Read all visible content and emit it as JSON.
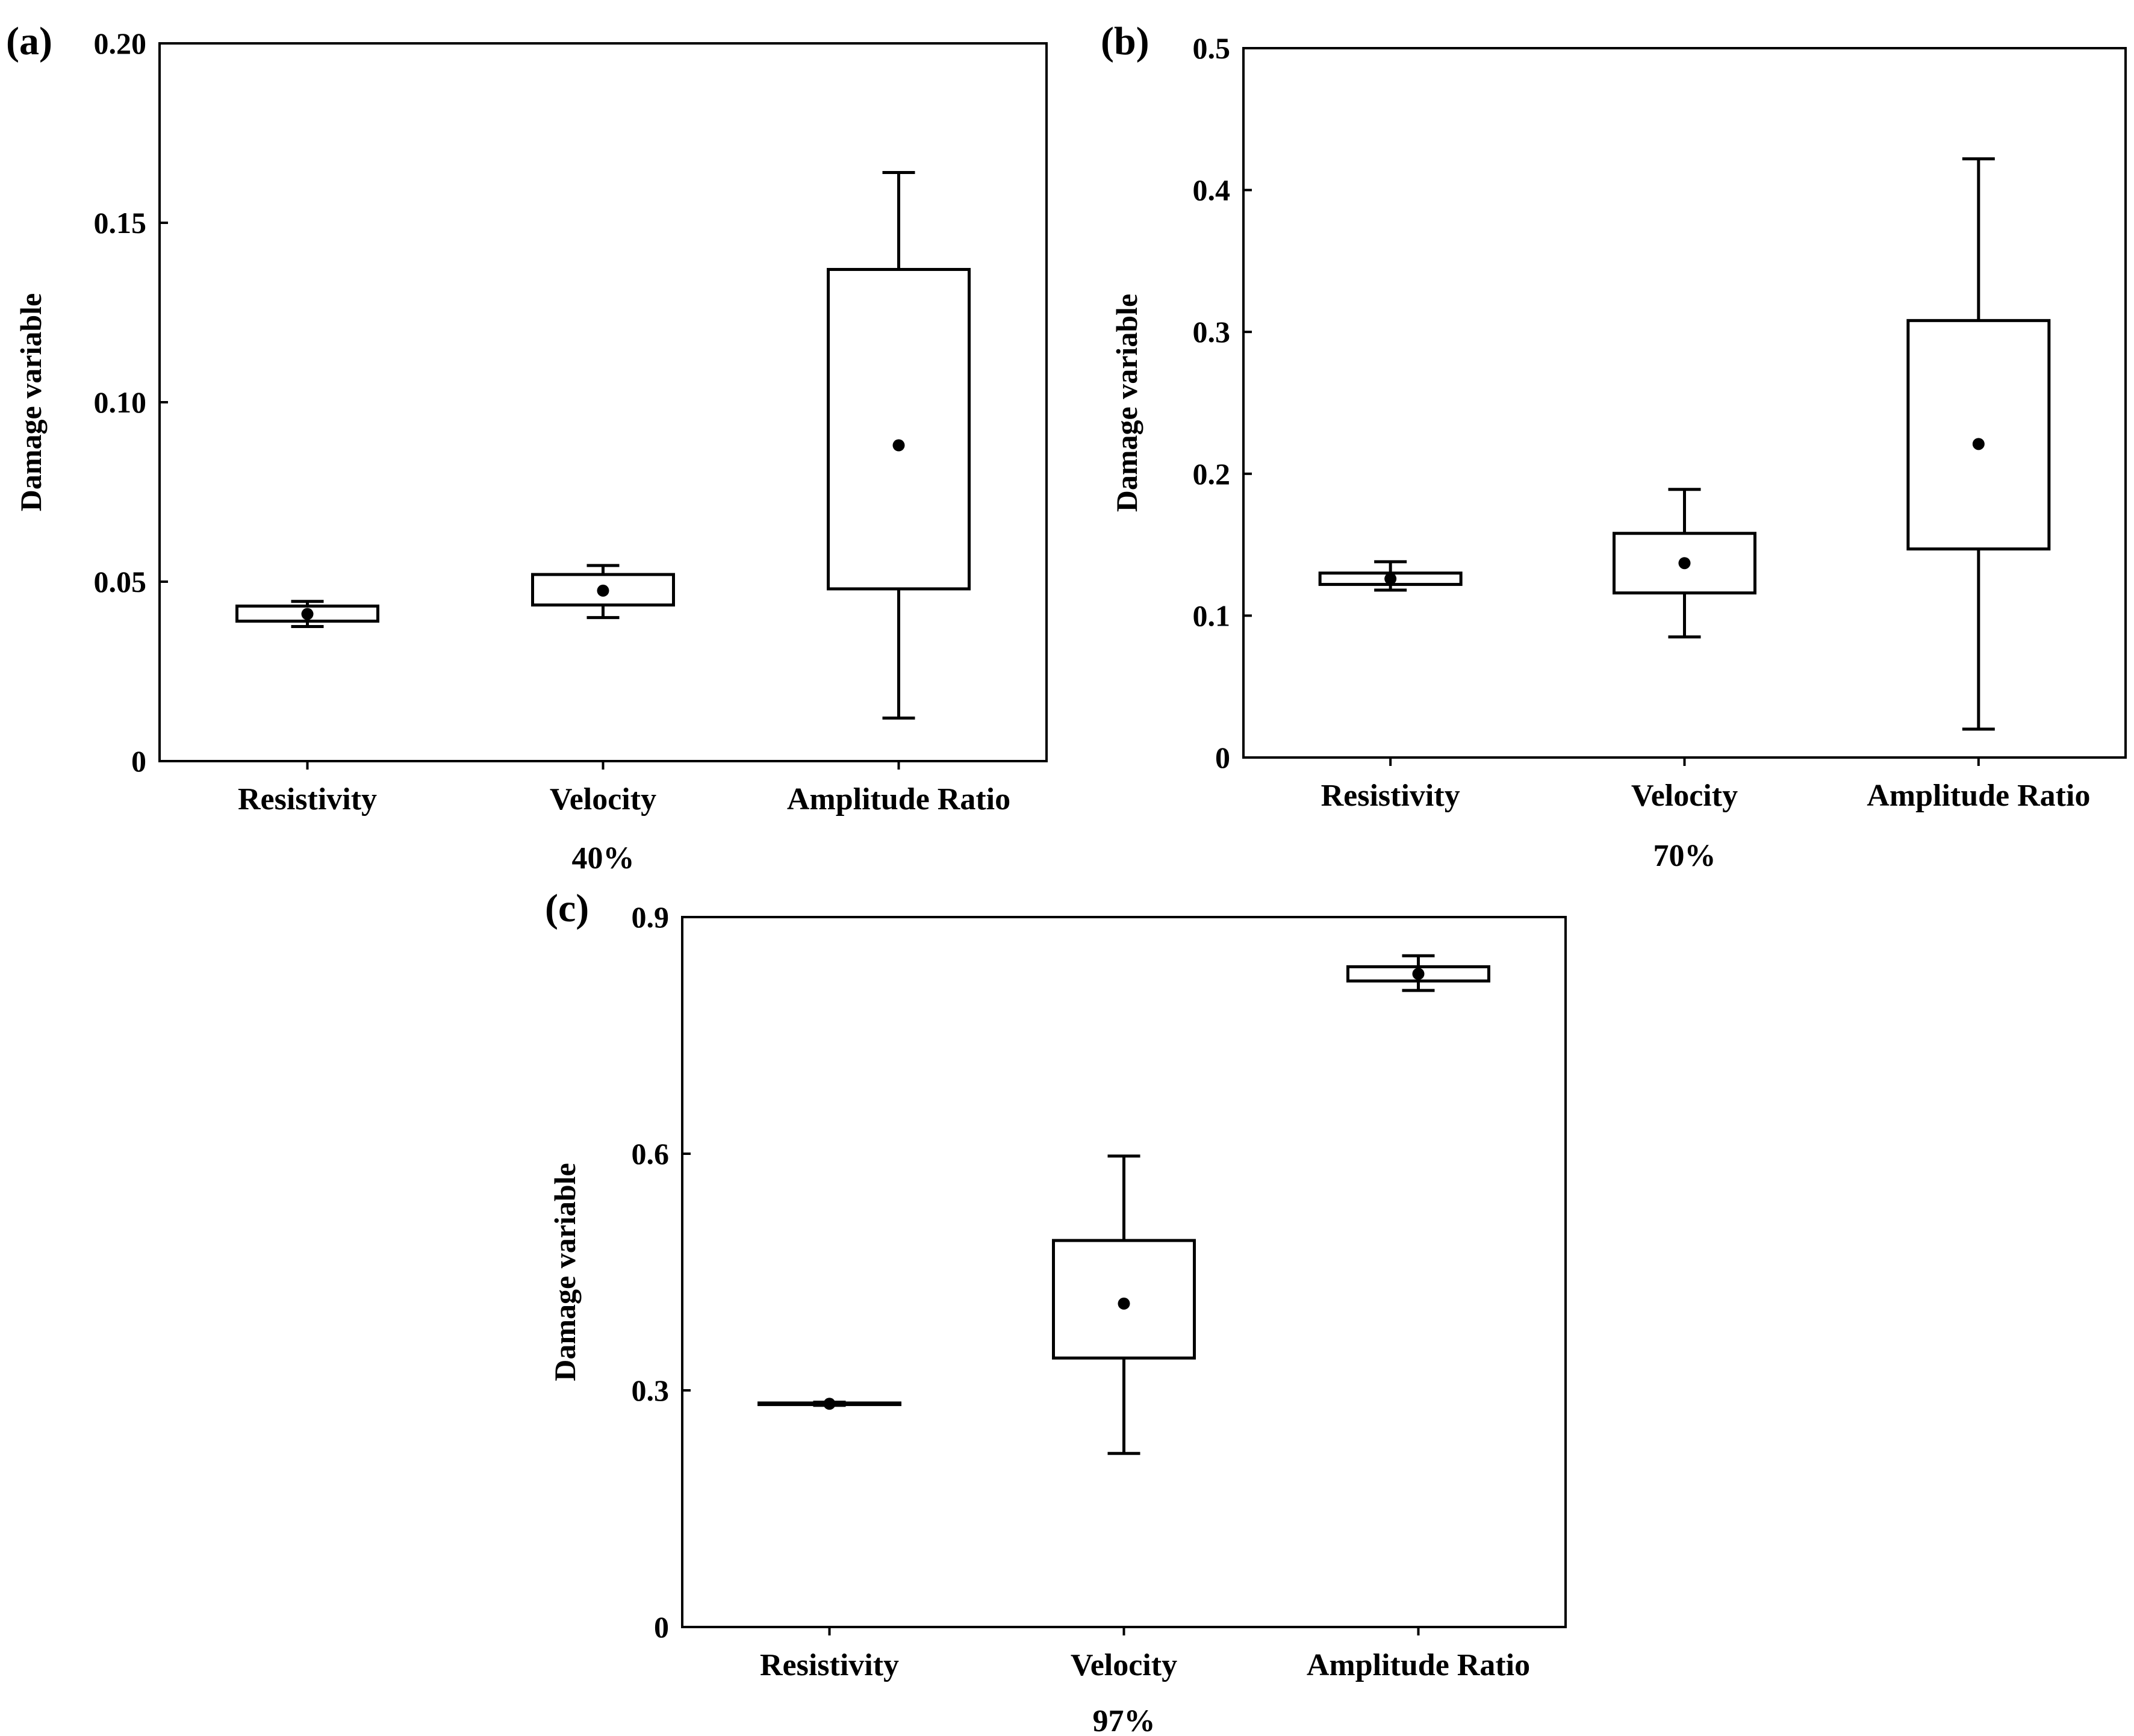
{
  "chart_data": [
    {
      "panel": "(a)",
      "type": "box",
      "condition": "40%",
      "ylabel": "Damage variable",
      "xlabel": "",
      "categories": [
        "Resistivity",
        "Velocity",
        "Amplitude Ratio"
      ],
      "ylim": [
        0,
        0.2
      ],
      "yticks": [
        0,
        0.05,
        0.1,
        0.15,
        0.2
      ],
      "ytick_labels": [
        "0",
        "0.05",
        "0.10",
        "0.15",
        "0.20"
      ],
      "boxes": [
        {
          "category": "Resistivity",
          "whisker_low": 0.0375,
          "q1": 0.039,
          "median": 0.041,
          "q3": 0.0432,
          "whisker_high": 0.0445,
          "mean": 0.041
        },
        {
          "category": "Velocity",
          "whisker_low": 0.04,
          "q1": 0.0435,
          "median": 0.0475,
          "q3": 0.052,
          "whisker_high": 0.0545,
          "mean": 0.0475
        },
        {
          "category": "Amplitude Ratio",
          "whisker_low": 0.012,
          "q1": 0.048,
          "median": 0.088,
          "q3": 0.137,
          "whisker_high": 0.164,
          "mean": 0.088
        }
      ],
      "grid": false
    },
    {
      "panel": "(b)",
      "type": "box",
      "condition": "70%",
      "ylabel": "Damage variable",
      "xlabel": "",
      "categories": [
        "Resistivity",
        "Velocity",
        "Amplitude Ratio"
      ],
      "ylim": [
        0,
        0.5
      ],
      "yticks": [
        0,
        0.1,
        0.2,
        0.3,
        0.4,
        0.5
      ],
      "ytick_labels": [
        "0",
        "0.1",
        "0.2",
        "0.3",
        "0.4",
        "0.5"
      ],
      "boxes": [
        {
          "category": "Resistivity",
          "whisker_low": 0.118,
          "q1": 0.122,
          "median": 0.126,
          "q3": 0.13,
          "whisker_high": 0.138,
          "mean": 0.126
        },
        {
          "category": "Velocity",
          "whisker_low": 0.085,
          "q1": 0.116,
          "median": 0.137,
          "q3": 0.158,
          "whisker_high": 0.189,
          "mean": 0.137
        },
        {
          "category": "Amplitude Ratio",
          "whisker_low": 0.02,
          "q1": 0.147,
          "median": 0.221,
          "q3": 0.308,
          "whisker_high": 0.422,
          "mean": 0.221
        }
      ],
      "grid": false
    },
    {
      "panel": "(c)",
      "type": "box",
      "condition": "97%",
      "ylabel": "Damage variable",
      "xlabel": "",
      "categories": [
        "Resistivity",
        "Velocity",
        "Amplitude Ratio"
      ],
      "ylim": [
        0,
        0.9
      ],
      "yticks": [
        0,
        0.3,
        0.6,
        0.9
      ],
      "ytick_labels": [
        "0",
        "0.3",
        "0.6",
        "0.9"
      ],
      "boxes": [
        {
          "category": "Resistivity",
          "whisker_low": 0.281,
          "q1": 0.282,
          "median": 0.283,
          "q3": 0.284,
          "whisker_high": 0.285,
          "mean": 0.283
        },
        {
          "category": "Velocity",
          "whisker_low": 0.22,
          "q1": 0.341,
          "median": 0.41,
          "q3": 0.49,
          "whisker_high": 0.597,
          "mean": 0.41
        },
        {
          "category": "Amplitude Ratio",
          "whisker_low": 0.807,
          "q1": 0.819,
          "median": 0.828,
          "q3": 0.837,
          "whisker_high": 0.851,
          "mean": 0.828
        }
      ],
      "grid": false
    }
  ]
}
